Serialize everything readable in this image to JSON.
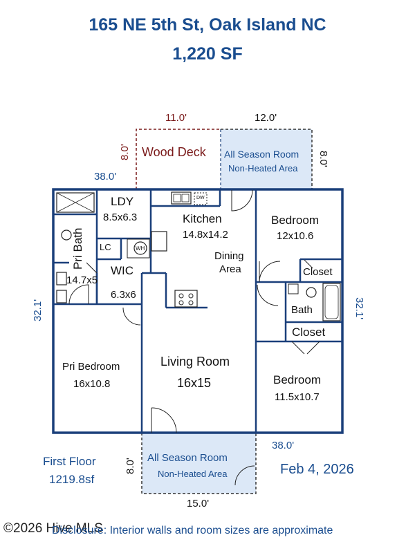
{
  "header": {
    "address": "165 NE 5th St, Oak Island NC",
    "area": "1,220 SF"
  },
  "dimensions": {
    "deck_width": "11.0'",
    "deck_depth": "8.0'",
    "rear_room_width": "12.0'",
    "rear_room_depth": "8.0'",
    "house_width_top": "38.0'",
    "house_depth_left": "32.1'",
    "house_depth_right": "32.1'",
    "house_width_bottom": "38.0'",
    "front_room_depth": "8.0'",
    "front_room_width": "15.0'"
  },
  "rooms": {
    "wood_deck": "Wood Deck",
    "rear_all_season": "All Season Room",
    "rear_non_heated": "Non-Heated Area",
    "ldy": "LDY",
    "ldy_size": "8.5x6.3",
    "kitchen": "Kitchen",
    "kitchen_size": "14.8x14.2",
    "dining": "Dining",
    "dining_area": "Area",
    "pri_bath": "Pri Bath",
    "pri_bath_size": "14.7x5",
    "lc": "LC",
    "wh": "WH",
    "dw": "DW",
    "wic": "WIC",
    "wic_size": "6.3x6",
    "bedroom_top": "Bedroom",
    "bedroom_top_size": "12x10.6",
    "closet_top": "Closet",
    "bath": "Bath",
    "closet_mid": "Closet",
    "pri_bedroom": "Pri Bedroom",
    "pri_bedroom_size": "16x10.8",
    "living_room": "Living Room",
    "living_room_size": "16x15",
    "bedroom_bottom": "Bedroom",
    "bedroom_bottom_size": "11.5x10.7",
    "front_all_season": "All Season Room",
    "front_non_heated": "Non-Heated Area"
  },
  "footer": {
    "floor_label": "First Floor",
    "floor_area": "1219.8sf",
    "date": "Feb 4, 2026",
    "watermark": "©2026 Hive MLS",
    "disclosure": "Disclosure: Interior walls and room sizes are approximate"
  },
  "colors": {
    "wall": "#1a3f7a",
    "title": "#1a4d8f",
    "deck": "#7a1a1a",
    "porch_fill": "#dce8f7"
  }
}
